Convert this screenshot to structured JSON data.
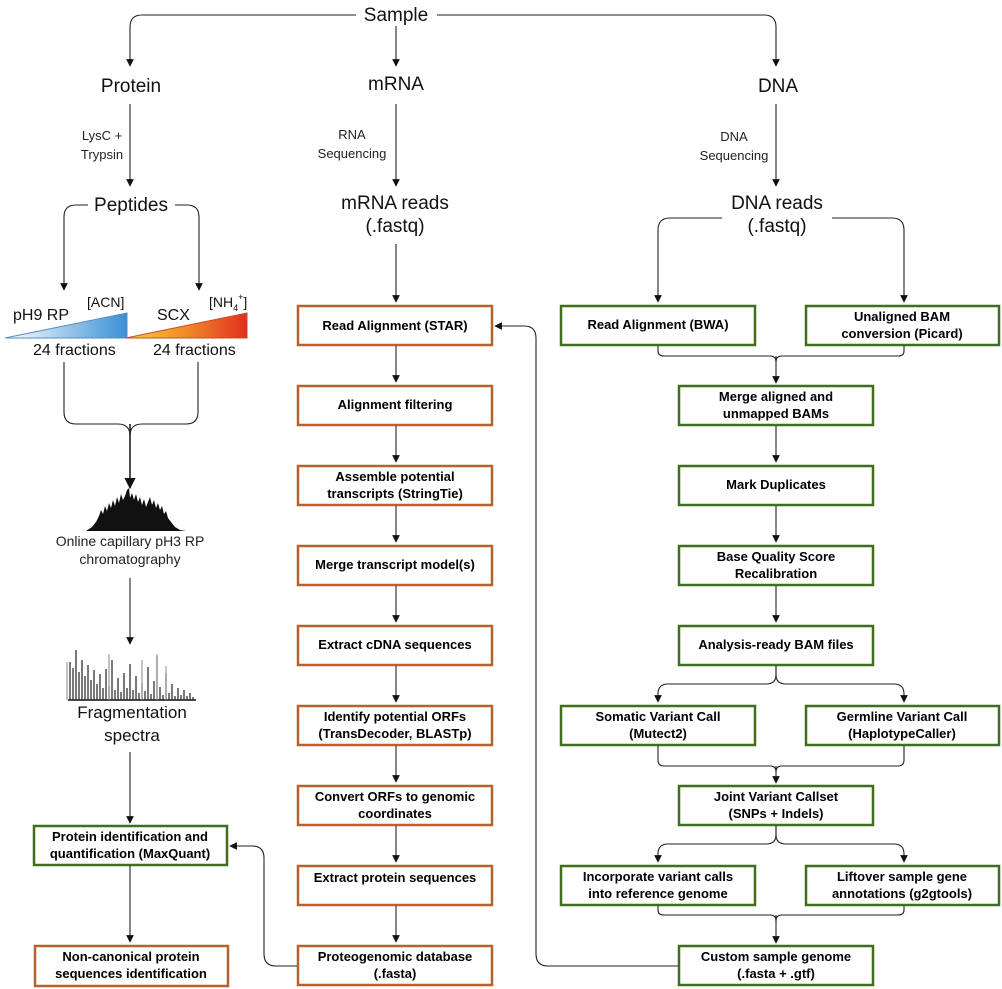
{
  "title": "Sample",
  "columns": {
    "protein": "Protein",
    "mrna": "mRNA",
    "dna": "DNA"
  },
  "protein": {
    "step": [
      "LysC +",
      "Trypsin"
    ],
    "peptides": "Peptides",
    "hprp": {
      "label": "pH9 RP",
      "gradient": "[ACN]",
      "fractions": "24 fractions"
    },
    "scx": {
      "label": "SCX",
      "gradient": "[NH4+]",
      "gradient_main": "[NH",
      "gradient_sub": "4",
      "gradient_sup": "+",
      "gradient_end": "]",
      "fractions": "24 fractions"
    },
    "chrom": [
      "Online capillary pH3 RP",
      "chromatography"
    ],
    "frag": [
      "Fragmentation",
      "spectra"
    ],
    "boxes": [
      [
        "Protein identification and",
        "quantification (MaxQuant)"
      ],
      [
        "Non-canonical protein",
        "sequences identification"
      ]
    ]
  },
  "mrna": {
    "step": [
      "RNA",
      "Sequencing"
    ],
    "reads": [
      "mRNA reads",
      "(.fastq)"
    ],
    "boxes": [
      [
        "Read Alignment (STAR)"
      ],
      [
        "Alignment filtering"
      ],
      [
        "Assemble potential",
        "transcripts (StringTie)"
      ],
      [
        "Merge transcript model(s)"
      ],
      [
        "Extract cDNA sequences"
      ],
      [
        "Identify potential ORFs",
        "(TransDecoder, BLASTp)"
      ],
      [
        "Convert ORFs to genomic",
        "coordinates"
      ],
      [
        "Extract protein sequences"
      ],
      [
        "Proteogenomic database",
        "(.fasta)"
      ]
    ]
  },
  "dna": {
    "step": [
      "DNA",
      "Sequencing"
    ],
    "reads": [
      "DNA reads",
      "(.fastq)"
    ],
    "boxes": {
      "bwa": [
        "Read Alignment (BWA)"
      ],
      "picard": [
        "Unaligned BAM",
        "conversion (Picard)"
      ],
      "merge": [
        "Merge aligned and",
        "unmapped BAMs"
      ],
      "dup": [
        "Mark Duplicates"
      ],
      "bqsr": [
        "Base Quality Score",
        "Recalibration"
      ],
      "bam": [
        "Analysis-ready BAM files"
      ],
      "somatic": [
        "Somatic Variant Call",
        "(Mutect2)"
      ],
      "germline": [
        "Germline Variant Call",
        "(HaplotypeCaller)"
      ],
      "joint": [
        "Joint Variant Callset",
        "(SNPs + Indels)"
      ],
      "incorp": [
        "Incorporate variant calls",
        "into reference genome"
      ],
      "liftover": [
        "Liftover sample gene",
        "annotations (g2gtools)"
      ],
      "custom": [
        "Custom sample genome",
        "(.fasta + .gtf)"
      ]
    }
  },
  "colors": {
    "rna_box": "#b5622f",
    "dna_box": "#3f6f1c",
    "hprp_gradient": "#3a8fd6",
    "scx_gradient": "#e0301e"
  }
}
